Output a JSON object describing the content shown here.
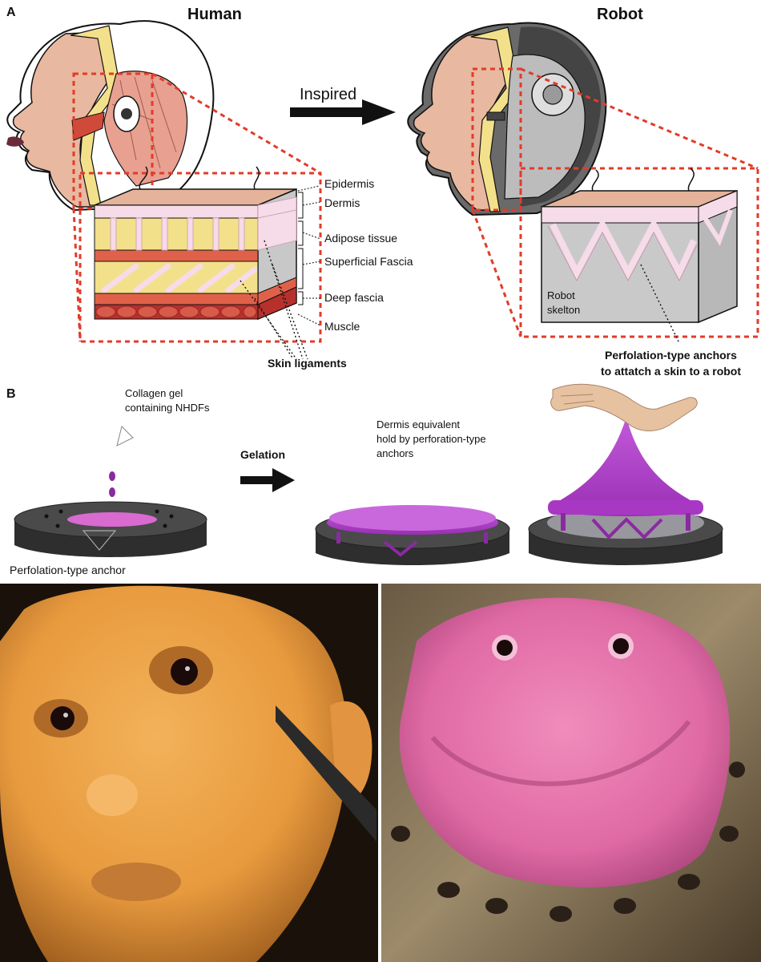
{
  "panel_a": {
    "label": "A",
    "title_human": "Human",
    "title_robot": "Robot",
    "arrow_label": "Inspired",
    "layers": {
      "epidermis": "Epidermis",
      "dermis": "Dermis",
      "adipose": "Adipose tissue",
      "superficial_fascia": "Superficial Fascia",
      "deep_fascia": "Deep fascia",
      "muscle": "Muscle"
    },
    "skin_ligaments": "Skin ligaments",
    "robot_skeleton_line1": "Robot",
    "robot_skeleton_line2": "skelton",
    "anchors_line1": "Perfolation-type anchors",
    "anchors_line2": "to attatch a skin to a robot"
  },
  "panel_b": {
    "label": "B",
    "collagen_line1": "Collagen gel",
    "collagen_line2": "containing NHDFs",
    "gelation": "Gelation",
    "dermis_line1": "Dermis equivalent",
    "dermis_line2": "hold by perforation-type",
    "dermis_line3": "anchors",
    "anchor_caption": "Perfolation-type anchor"
  },
  "colors": {
    "dashed_box": "#e23b2a",
    "skin_top": "#e4b39a",
    "dermis": "#f6dbe8",
    "adipose": "#f3e08a",
    "fascia": "#e0614a",
    "muscle": "#b8302c",
    "robot_gray": "#c9c9c9",
    "gel_purple": "#b848d0",
    "base_dark": "#3c3c3c"
  }
}
